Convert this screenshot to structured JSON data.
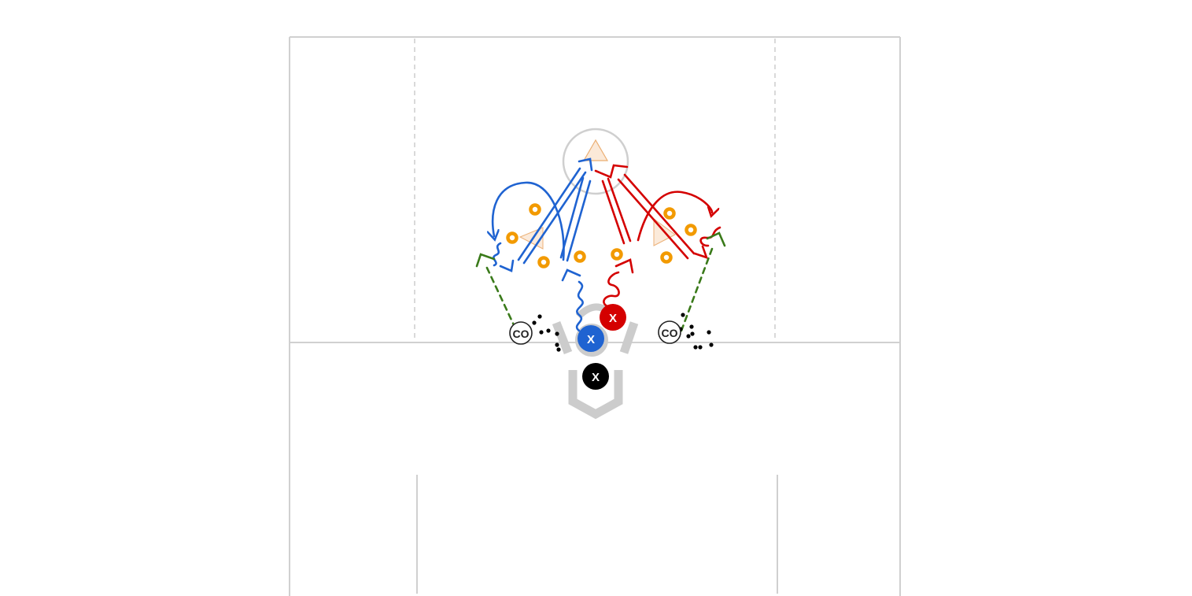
{
  "colors": {
    "field_line": "#d0d0d0",
    "dashed_line": "#d0d0d0",
    "crease": "#cccccc",
    "team_blue": "#1f63d1",
    "team_red": "#d40000",
    "goalie": "#000000",
    "cone": "#f29a00",
    "goal_triangle": "#e8a05a",
    "pass_line": "#3a7a1a",
    "ball": "#000000"
  },
  "players": {
    "blue_label": "X",
    "red_label": "X",
    "goalie_label": "X"
  },
  "coaches": {
    "left_label": "CO",
    "right_label": "CO"
  },
  "icons": [
    "goal-icon",
    "cone-icon",
    "ball-icon",
    "player-marker-icon",
    "coach-icon"
  ]
}
